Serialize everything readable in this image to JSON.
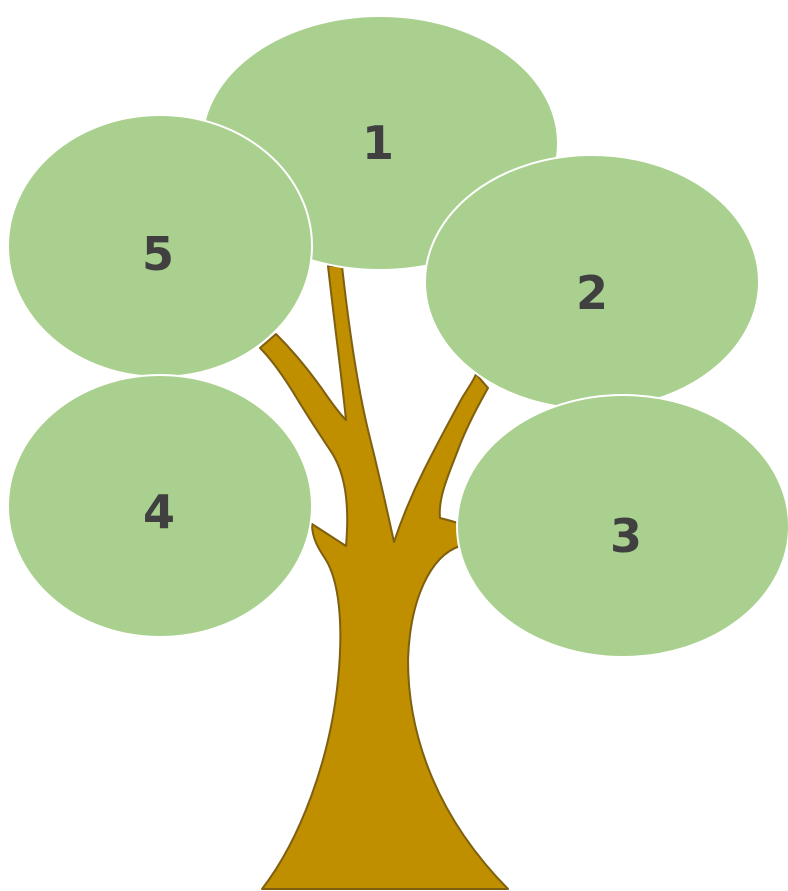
{
  "colors": {
    "leaf": "#a9d08e",
    "leaf_outline": "#ffffff",
    "trunk": "#bf8f00",
    "trunk_outline": "#7f5f10",
    "number_text": "#404040"
  },
  "leaves": [
    {
      "label": "1"
    },
    {
      "label": "2"
    },
    {
      "label": "3"
    },
    {
      "label": "4"
    },
    {
      "label": "5"
    }
  ]
}
